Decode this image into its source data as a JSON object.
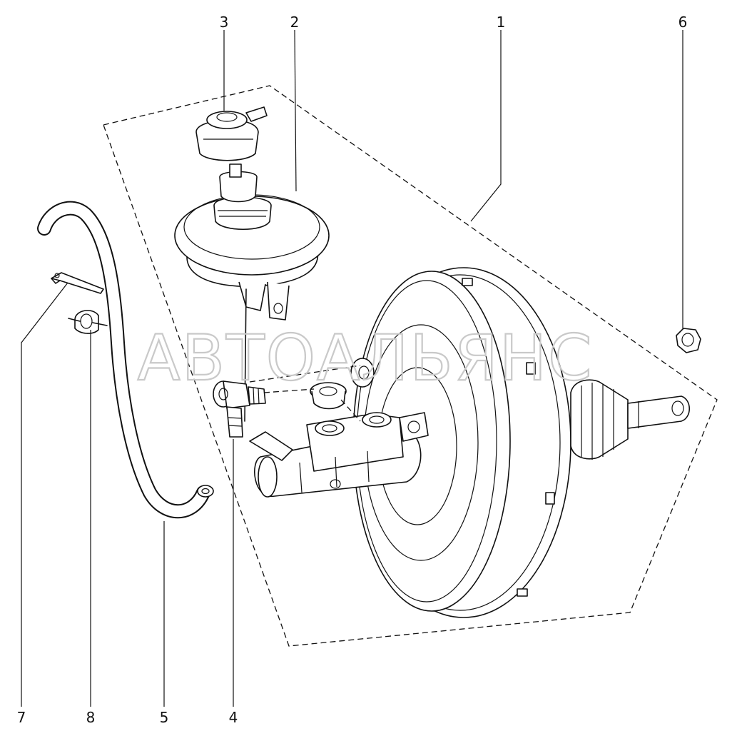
{
  "watermark": "АВТОАЛЬЯНС",
  "callouts": {
    "c1": "1",
    "c2": "2",
    "c3": "3",
    "c4": "4",
    "c5": "5",
    "c6": "6",
    "c7": "7",
    "c8": "8"
  }
}
